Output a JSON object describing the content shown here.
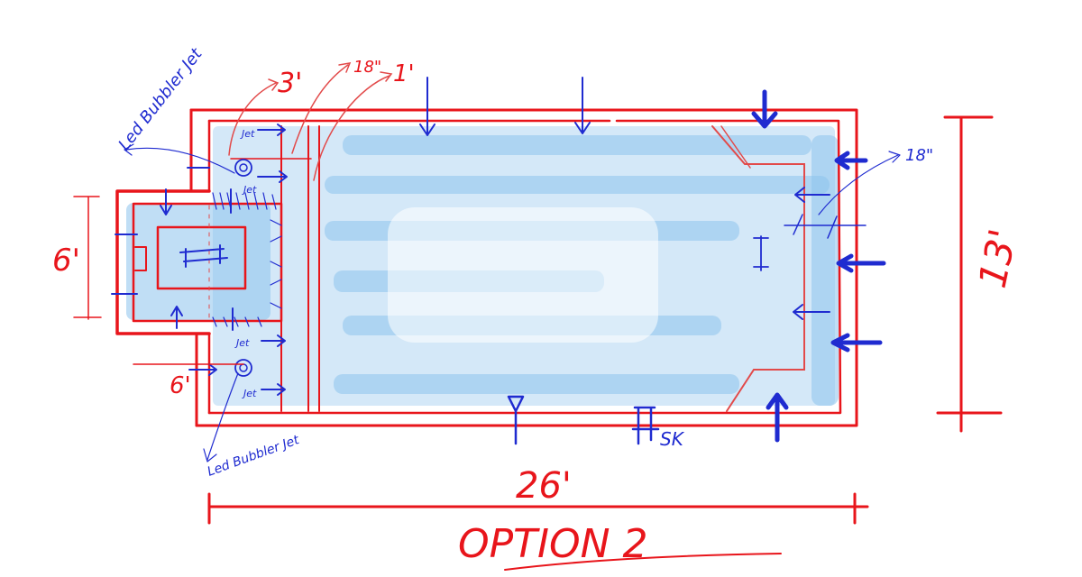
{
  "title": "OPTION 2",
  "colors": {
    "dimension": "#e8151b",
    "annotation": "#1f2bd0",
    "water": "#9fcdef"
  },
  "dimensions": {
    "overall_length": "26'",
    "overall_width": "13'",
    "spa_width": "6'",
    "spa_length": "6'",
    "step_ledge": "3'",
    "bench": "18\"",
    "coping": "1'",
    "right_bench": "18\""
  },
  "annotations": {
    "top_jet_note": "Led Bubbler Jet",
    "bottom_jet_note": "Led Bubbler Jet",
    "jet_label_1": "Jet",
    "jet_label_2": "Jet",
    "jet_label_3": "Jet",
    "jet_label_4": "Jet",
    "skimmer": "SK"
  }
}
